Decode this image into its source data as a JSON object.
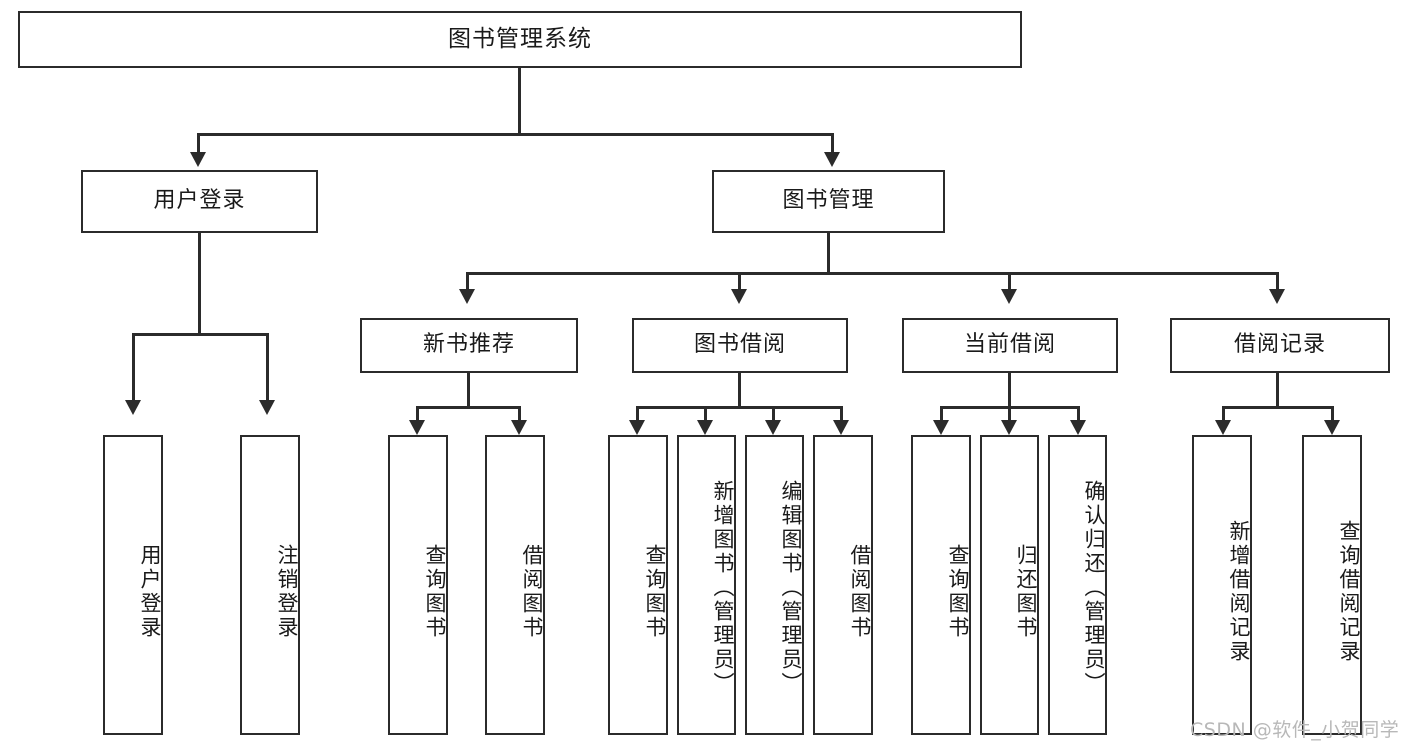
{
  "diagram": {
    "title": "图书管理系统",
    "type": "tree",
    "root": {
      "label": "图书管理系统",
      "orientation": "horizontal"
    },
    "level2": [
      {
        "label": "用户登录",
        "orientation": "horizontal"
      },
      {
        "label": "图书管理",
        "orientation": "horizontal"
      }
    ],
    "level3": [
      {
        "label": "新书推荐",
        "orientation": "horizontal"
      },
      {
        "label": "图书借阅",
        "orientation": "horizontal"
      },
      {
        "label": "当前借阅",
        "orientation": "horizontal"
      },
      {
        "label": "借阅记录",
        "orientation": "horizontal"
      }
    ],
    "leaves": {
      "user_login": [
        {
          "label": "用户登录",
          "orientation": "vertical"
        },
        {
          "label": "注销登录",
          "orientation": "vertical"
        }
      ],
      "new_book_recommend": [
        {
          "label": "查询图书",
          "orientation": "vertical"
        },
        {
          "label": "借阅图书",
          "orientation": "vertical"
        }
      ],
      "book_borrow": [
        {
          "label": "查询图书",
          "orientation": "vertical"
        },
        {
          "label": "新增图书（管理员）",
          "orientation": "vertical"
        },
        {
          "label": "编辑图书（管理员）",
          "orientation": "vertical"
        },
        {
          "label": "借阅图书",
          "orientation": "vertical"
        }
      ],
      "current_borrow": [
        {
          "label": "查询图书",
          "orientation": "vertical"
        },
        {
          "label": "归还图书",
          "orientation": "vertical"
        },
        {
          "label": "确认归还（管理员）",
          "orientation": "vertical"
        }
      ],
      "borrow_record": [
        {
          "label": "新增借阅记录",
          "orientation": "vertical"
        },
        {
          "label": "查询借阅记录",
          "orientation": "vertical"
        }
      ]
    },
    "colors": {
      "stroke": "#2b2b2b",
      "fill": "#ffffff",
      "text": "#1a1a1a",
      "watermark": "#b8b8b8"
    }
  },
  "watermark": {
    "text": "CSDN @软件_小贺同学"
  }
}
